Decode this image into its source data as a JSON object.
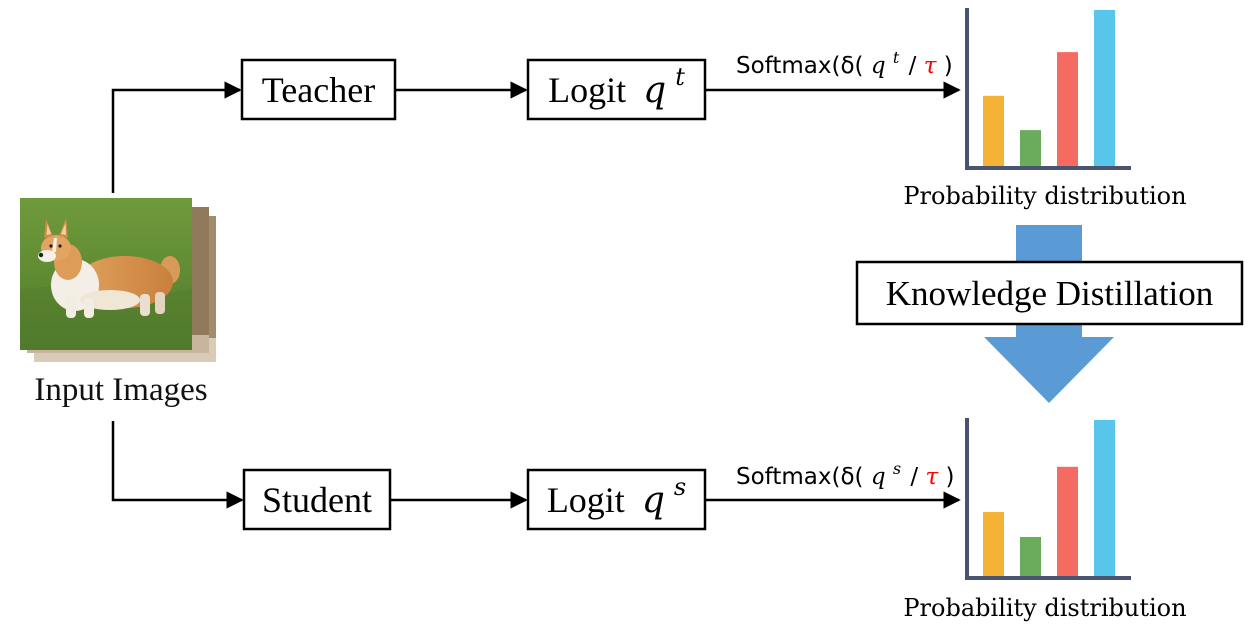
{
  "nodes": {
    "input_caption": "Input Images",
    "teacher": "Teacher",
    "student": "Student",
    "logit_prefix": "Logit",
    "logit_var": "q",
    "teacher_superscript": "t",
    "student_superscript": "s",
    "knowledge_distillation": "Knowledge Distillation"
  },
  "softmax_labels": {
    "function_open": "Softmax(δ(",
    "var": "q",
    "teacher_superscript": "t",
    "student_superscript": "s",
    "slash": "/",
    "tau": "τ",
    "close": ")"
  },
  "charts": {
    "top": {
      "caption": "Probability distribution",
      "bars": [
        {
          "color": "#f5b335",
          "value": 0.45
        },
        {
          "color": "#6aab5c",
          "value": 0.23
        },
        {
          "color": "#f56b62",
          "value": 0.73
        },
        {
          "color": "#58c5ea",
          "value": 1.0
        }
      ]
    },
    "bottom": {
      "caption": "Probability distribution",
      "bars": [
        {
          "color": "#f5b335",
          "value": 0.41
        },
        {
          "color": "#6aab5c",
          "value": 0.25
        },
        {
          "color": "#f56b62",
          "value": 0.7
        },
        {
          "color": "#58c5ea",
          "value": 1.0
        }
      ]
    }
  },
  "colors": {
    "line": "#000000",
    "axis": "#4a5370",
    "kd_arrow": "#5b9bd5",
    "tau": "#ff0000"
  },
  "icons": {
    "input_photo": "corgi-dog-photo"
  }
}
